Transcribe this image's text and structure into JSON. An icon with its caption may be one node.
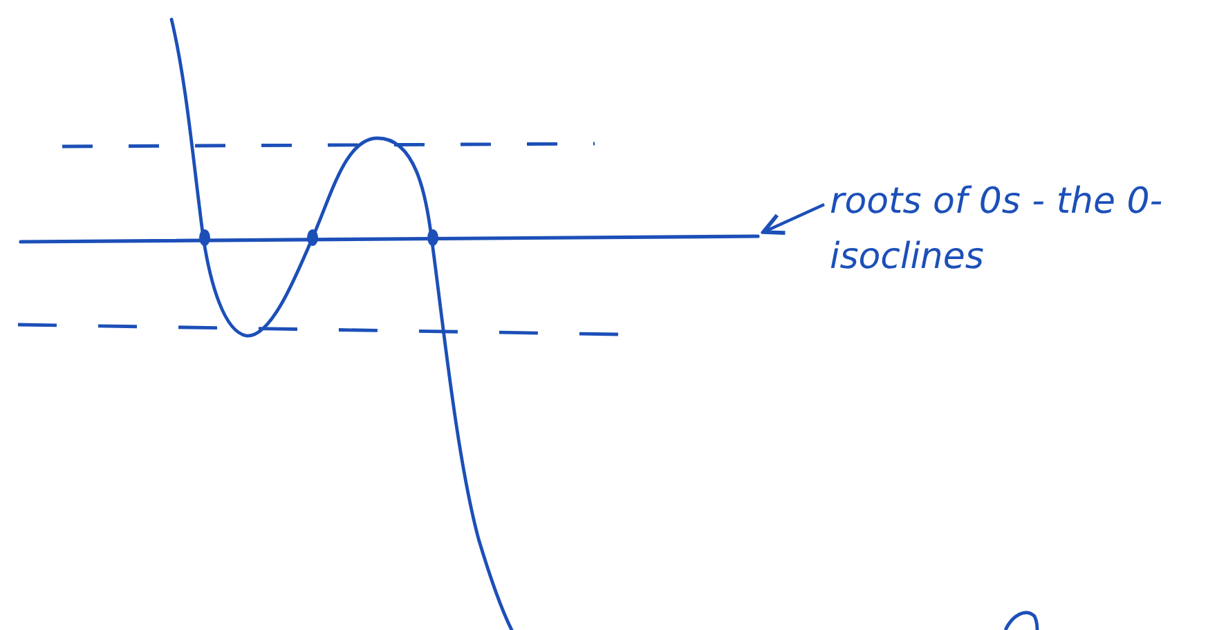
{
  "diagram": {
    "nodes": [
      {
        "text": [
          "roots of 0s - the 0-isoclines"
        ]
      },
      {
        "text": [],
        "shape": "line"
      }
    ],
    "edges": [
      {
        "from": 0,
        "to": 1,
        "arrow": "to"
      }
    ]
  }
}
